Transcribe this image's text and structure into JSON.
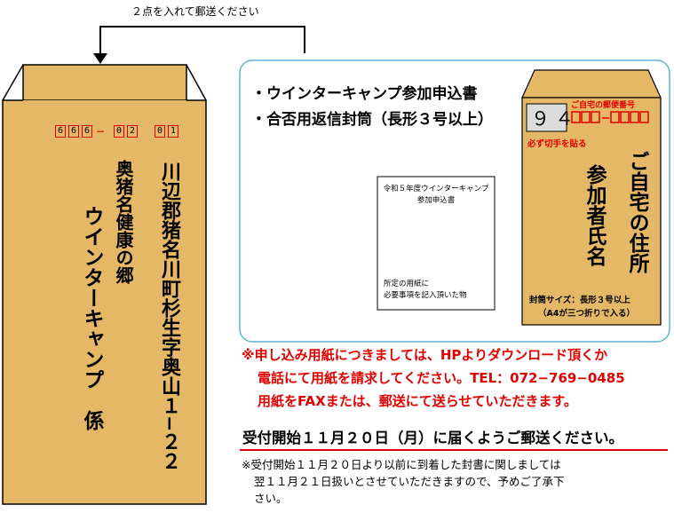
{
  "instruction": "２点を入れて郵送ください",
  "left_envelope": {
    "zip_digits": [
      "6",
      "6",
      "6",
      "0",
      "2",
      "0",
      "1"
    ],
    "zip_dash": "－",
    "address": "川辺郡猪名川町杉生字奥山１−２２",
    "place": "奥猪名健康の郷",
    "recipient": "ウインターキャンプ　係"
  },
  "contents": {
    "item1": "・ウインターキャンプ参加申込書",
    "item2": "・合否用返信封筒（長形３号以上）"
  },
  "form_sheet": {
    "title_line1": "令和５年度ウインターキャンプ",
    "title_line2": "参加申込書",
    "note_line1": "所定の用紙に",
    "note_line2": "必要事項を記入頂いた物"
  },
  "return_envelope": {
    "stamp_value": "９４",
    "stamp_note": "必ず切手を貼る",
    "zip_label": "ご自宅の郵便番号",
    "home_address": "ご自宅の住所",
    "applicant_name": "参加者氏名",
    "size_line1": "封筒サイズ：長形３号以上",
    "size_line2": "（A4が三つ折りで入る）"
  },
  "notice": {
    "line1": "※申し込み用紙につきましては、HPよりダウンロード頂くか",
    "line2": "電話にて用紙を請求してください。TEL：072−769−0485",
    "line3": "用紙をFAXまたは、郵送にて送らせていただきます。"
  },
  "deadline": "受付開始１１月２０日（月）に届くようご郵送ください。",
  "footnote": {
    "line1": "※受付開始１１月２０日より以前に到着した封書に関しましては",
    "line2": "翌１１月２１日扱いとさせていただきますので、予めご了承下",
    "line3": "さい。"
  },
  "colors": {
    "envelope": "#e4b866",
    "red": "#e00000",
    "frame": "#5ab4d6"
  }
}
